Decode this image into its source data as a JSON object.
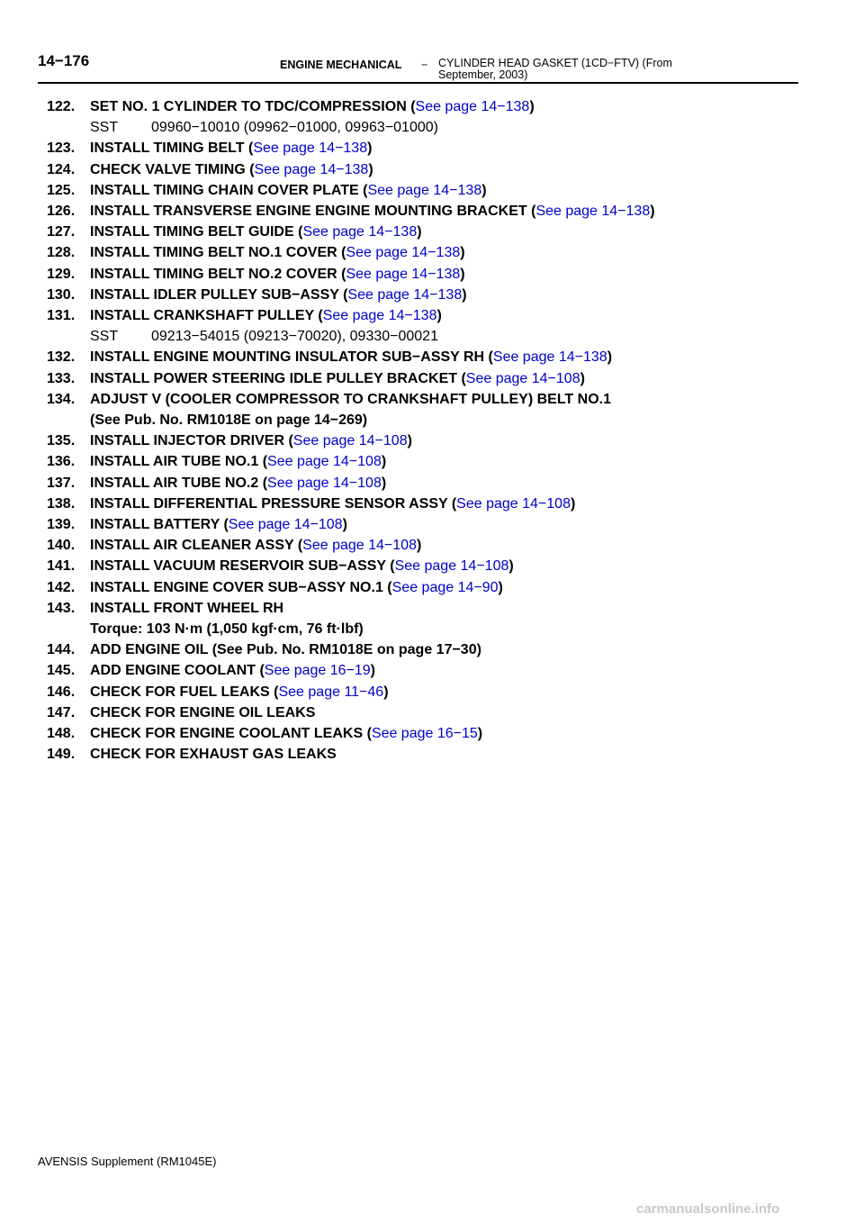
{
  "header": {
    "page_number": "14−176",
    "section": "ENGINE MECHANICAL",
    "dash": "−",
    "title": "CYLINDER HEAD GASKET (1CD−FTV) (From September, 2003)"
  },
  "steps": [
    {
      "num": "122.",
      "text": "SET NO. 1 CYLINDER TO TDC/COMPRESSION (",
      "link": "See page 14−138",
      "close": ")",
      "sub": {
        "type": "sst",
        "label": "SST",
        "value": "09960−10010 (09962−01000, 09963−01000)"
      }
    },
    {
      "num": "123.",
      "text": "INSTALL TIMING BELT (",
      "link": "See page 14−138",
      "close": ")"
    },
    {
      "num": "124.",
      "text": "CHECK VALVE TIMING (",
      "link": "See page 14−138",
      "close": ")"
    },
    {
      "num": "125.",
      "text": "INSTALL TIMING CHAIN COVER PLATE (",
      "link": "See page 14−138",
      "close": ")"
    },
    {
      "num": "126.",
      "text": "INSTALL TRANSVERSE ENGINE ENGINE MOUNTING BRACKET (",
      "link": "See page 14−138",
      "close": ")"
    },
    {
      "num": "127.",
      "text": "INSTALL TIMING BELT GUIDE (",
      "link": "See page 14−138",
      "close": ")"
    },
    {
      "num": "128.",
      "text": "INSTALL TIMING BELT NO.1 COVER (",
      "link": "See page 14−138",
      "close": ")"
    },
    {
      "num": "129.",
      "text": "INSTALL TIMING BELT NO.2 COVER (",
      "link": "See page 14−138",
      "close": ")"
    },
    {
      "num": "130.",
      "text": "INSTALL IDLER PULLEY SUB−ASSY (",
      "link": "See page 14−138",
      "close": ")"
    },
    {
      "num": "131.",
      "text": "INSTALL CRANKSHAFT PULLEY (",
      "link": "See page 14−138",
      "close": ")",
      "sub": {
        "type": "sst",
        "label": "SST",
        "value": "09213−54015 (09213−70020), 09330−00021"
      }
    },
    {
      "num": "132.",
      "text": "INSTALL ENGINE MOUNTING INSULATOR SUB−ASSY RH (",
      "link": "See page 14−138",
      "close": ")"
    },
    {
      "num": "133.",
      "text": "INSTALL POWER STEERING IDLE PULLEY BRACKET (",
      "link": "See page 14−108",
      "close": ")"
    },
    {
      "num": "134.",
      "text": "ADJUST V (COOLER COMPRESSOR TO CRANKSHAFT PULLEY) BELT NO.1",
      "link": "",
      "close": "",
      "sub": {
        "type": "bold",
        "value": "(See Pub. No. RM1018E on page 14−269)"
      }
    },
    {
      "num": "135.",
      "text": "INSTALL INJECTOR DRIVER (",
      "link": "See page 14−108",
      "close": ")"
    },
    {
      "num": "136.",
      "text": "INSTALL AIR TUBE NO.1 (",
      "link": "See page 14−108",
      "close": ")"
    },
    {
      "num": "137.",
      "text": "INSTALL AIR TUBE NO.2 (",
      "link": "See page 14−108",
      "close": ")"
    },
    {
      "num": "138.",
      "text": "INSTALL DIFFERENTIAL PRESSURE SENSOR ASSY (",
      "link": "See page 14−108",
      "close": ")"
    },
    {
      "num": "139.",
      "text": "INSTALL BATTERY (",
      "link": "See page 14−108",
      "close": ")"
    },
    {
      "num": "140.",
      "text": "INSTALL AIR CLEANER ASSY (",
      "link": "See page 14−108",
      "close": ")"
    },
    {
      "num": "141.",
      "text": "INSTALL VACUUM RESERVOIR SUB−ASSY (",
      "link": "See page 14−108",
      "close": ")"
    },
    {
      "num": "142.",
      "text": "INSTALL ENGINE COVER SUB−ASSY NO.1 (",
      "link": "See page 14−90",
      "close": ")"
    },
    {
      "num": "143.",
      "text": "INSTALL FRONT WHEEL RH",
      "link": "",
      "close": "",
      "sub": {
        "type": "bold",
        "value": "Torque: 103 N·m (1,050 kgf·cm, 76 ft·lbf)"
      }
    },
    {
      "num": "144.",
      "text": "ADD ENGINE OIL (See Pub. No. RM1018E on page 17−30)",
      "link": "",
      "close": ""
    },
    {
      "num": "145.",
      "text": "ADD ENGINE COOLANT (",
      "link": "See page 16−19",
      "close": ")"
    },
    {
      "num": "146.",
      "text": "CHECK FOR FUEL LEAKS (",
      "link": "See page 11−46",
      "close": ")"
    },
    {
      "num": "147.",
      "text": "CHECK FOR ENGINE OIL LEAKS",
      "link": "",
      "close": ""
    },
    {
      "num": "148.",
      "text": "CHECK FOR ENGINE COOLANT LEAKS (",
      "link": "See page 16−15",
      "close": ")"
    },
    {
      "num": "149.",
      "text": "CHECK FOR EXHAUST GAS LEAKS",
      "link": "",
      "close": ""
    }
  ],
  "footer": {
    "text": "AVENSIS Supplement (RM1045E)",
    "watermark": "carmanualsonline.info"
  },
  "colors": {
    "link": "#0000cc",
    "watermark": "#c8c8c8"
  }
}
